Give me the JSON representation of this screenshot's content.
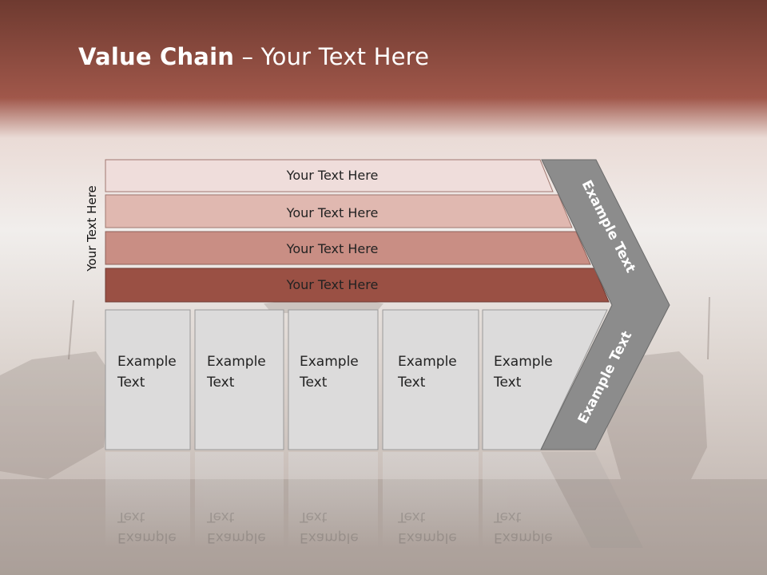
{
  "title": {
    "bold": "Value Chain",
    "rest": " – Your Text Here"
  },
  "vertical_label": "Your Text Here",
  "bars": [
    {
      "label": "Your Text Here",
      "color": "#efdddb",
      "stroke": "#a07870"
    },
    {
      "label": "Your Text Here",
      "color": "#e0b8b0",
      "stroke": "#a07870"
    },
    {
      "label": "Your Text Here",
      "color": "#c98e84",
      "stroke": "#8e6058"
    },
    {
      "label": "Your Text Here",
      "color": "#9a5044",
      "stroke": "#6e3a32"
    }
  ],
  "boxes": [
    {
      "line1": "Example",
      "line2": "Text"
    },
    {
      "line1": "Example",
      "line2": "Text"
    },
    {
      "line1": "Example",
      "line2": "Text"
    },
    {
      "line1": "Example",
      "line2": "Text"
    },
    {
      "line1": "Example",
      "line2": "Text"
    }
  ],
  "chevron": {
    "upper": "Example Text",
    "lower": "Example Text",
    "color": "#8c8c8c"
  },
  "colors": {
    "header": "#8e4a3e",
    "box_fill": "#dcdbdb",
    "box_stroke": "#9a9a9a"
  }
}
